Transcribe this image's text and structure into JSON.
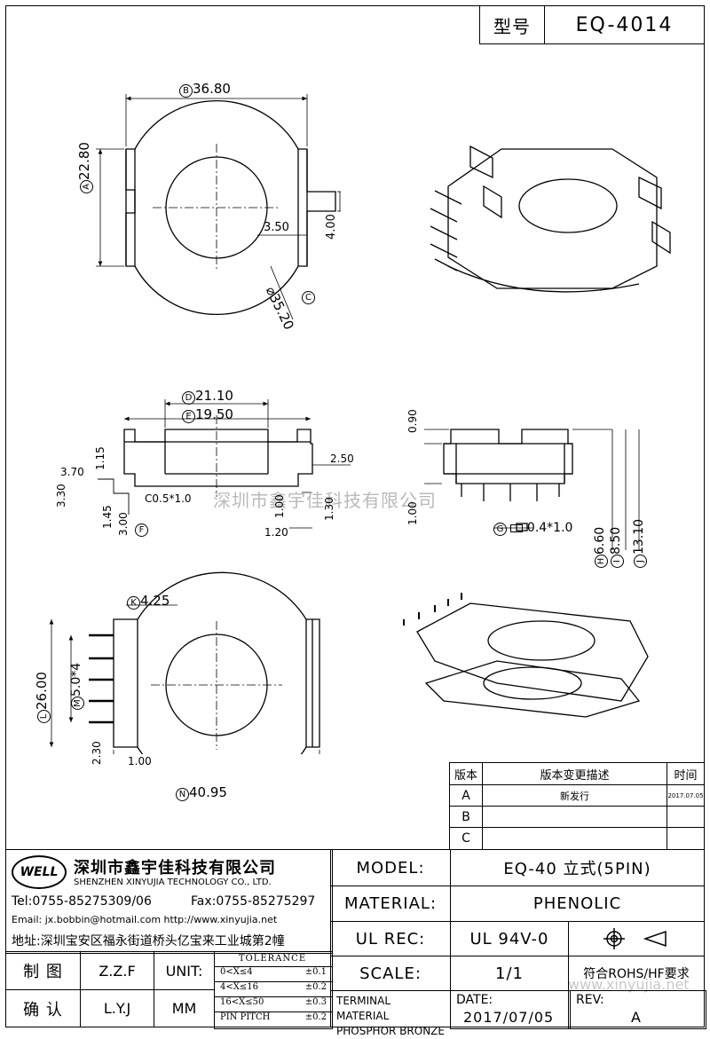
{
  "header": {
    "type_label": "型号",
    "model_code": "EQ-4014"
  },
  "watermark": {
    "cn": "深圳市鑫宇佳科技有限公司",
    "url": "www.xinyujia.net"
  },
  "dims": {
    "B_width": "36.80",
    "A_height": "22.80",
    "C_dia": "35.20",
    "slot_w": "3.50",
    "slot_h": "4.00",
    "D_width": "21.10",
    "E_width": "19.50",
    "d_1_15": "1.15",
    "d_3_70": "3.70",
    "d_3_30": "3.30",
    "chamfer": "C0.5*1.0",
    "d_1_45": "1.45",
    "d_3_00": "3.00",
    "d_1_00a": "1.00",
    "d_1_30": "1.30",
    "d_2_50": "2.50",
    "d_1_20": "1.20",
    "d_0_90": "0.90",
    "d_1_00b": "1.00",
    "G_pin": "0.4*1.0",
    "H_6_60": "6.60",
    "I_8_50": "8.50",
    "J_13_10": "13.10",
    "K_4_25": "4.25",
    "L_26_00": "26.00",
    "M_pitch": "5.0*4",
    "d_2_30": "2.30",
    "d_1_00c": "1.00",
    "N_40_95": "40.95"
  },
  "circle_letters": {
    "A": "A",
    "B": "B",
    "C": "C",
    "D": "D",
    "E": "E",
    "F": "F",
    "G": "G",
    "H": "H",
    "I": "I",
    "J": "J",
    "K": "K",
    "L": "L",
    "M": "M",
    "N": "N"
  },
  "revision_table": {
    "headers": [
      "版本",
      "版本变更描述",
      "时间"
    ],
    "rows": [
      {
        "rev": "A",
        "desc": "新发行",
        "date": "2017.07.05"
      },
      {
        "rev": "B",
        "desc": "",
        "date": ""
      },
      {
        "rev": "C",
        "desc": "",
        "date": ""
      }
    ]
  },
  "company": {
    "logo": "WELL",
    "name_cn": "深圳市鑫宇佳科技有限公司",
    "name_en": "SHENZHEN XINYUJIA TECHNOLOGY CO., LTD.",
    "tel": "Tel:0755-85275309/06",
    "fax": "Fax:0755-85275297",
    "email": "Email: jx.bobbin@hotmail.com http://www.xinyujia.net",
    "address": "地址:深圳宝安区福永街道桥头亿宝来工业城第2幢"
  },
  "title_block": {
    "model_label": "MODEL:",
    "model_value": "EQ-40 立式(5PIN)",
    "material_label": "MATERIAL:",
    "material_value": "PHENOLIC",
    "ulrec_label": "UL REC:",
    "ulrec_value": "UL 94V-0",
    "scale_label": "SCALE:",
    "scale_value": "1/1",
    "rohs": "符合ROHS/HF要求",
    "terminal_label_1": "TERMINAL MATERIAL",
    "terminal_label_2": "PHOSPHOR BRONZE",
    "date_label": "DATE:",
    "date_value": "2017/07/05",
    "rev_label": "REV:",
    "rev_value": "A"
  },
  "signoff": {
    "draw_label": "制 图",
    "draw_value": "Z.Z.F",
    "confirm_label": "确 认",
    "confirm_value": "L.Y.J",
    "unit_label": "UNIT:",
    "unit_value": "MM",
    "tolerance_title": "TOLERANCE",
    "tolerance": [
      {
        "range": "0<X≤4",
        "tol": "±0.1"
      },
      {
        "range": "4<X≤16",
        "tol": "±0.2"
      },
      {
        "range": "16<X≤50",
        "tol": "±0.3"
      },
      {
        "range": "PIN PITCH",
        "tol": "±0.2"
      }
    ]
  }
}
